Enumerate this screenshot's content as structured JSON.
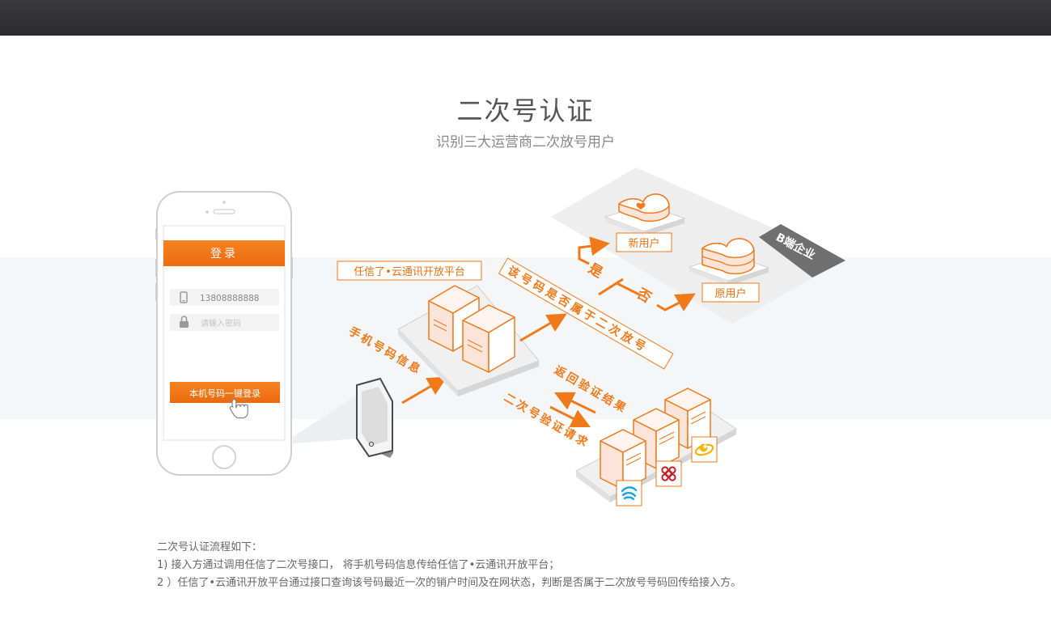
{
  "header": {
    "title": "二次号认证",
    "subtitle": "识别三大运营商二次放号用户"
  },
  "phone_mock": {
    "login_title": "登录",
    "phone_value": "13808888888",
    "password_placeholder": "请输入密码",
    "one_click_label": "本机号码一键登录"
  },
  "flow": {
    "platform_label": "任信了•云通讯开放平台",
    "phone_info": "手机号码信息",
    "query_label": "该号码是否属于二次放号",
    "yes": "是",
    "no": "否",
    "new_user": "新用户",
    "old_user": "原用户",
    "enterprise": "B端企业",
    "return_result": "返回验证结果",
    "verify_request": "二次号验证请求"
  },
  "notes": {
    "heading": "二次号认证流程如下：",
    "step1": "1) 接入方通过调用任信了二次号接口， 将手机号码信息传给任信了•云通讯开放平台；",
    "step2": "2 ）任信了•云通讯开放平台通过接口查询该号码最近一次的销户时间及在网状态，判断是否属于二次放号号码回传给接入方。"
  },
  "colors": {
    "accent": "#f07a1a",
    "accent_dark": "#e86a10",
    "band": "#f5f6f7",
    "server_fill": "#fde9df",
    "platform_fill": "#f2f2f2",
    "enterprise_tag": "#6f6f6f"
  }
}
